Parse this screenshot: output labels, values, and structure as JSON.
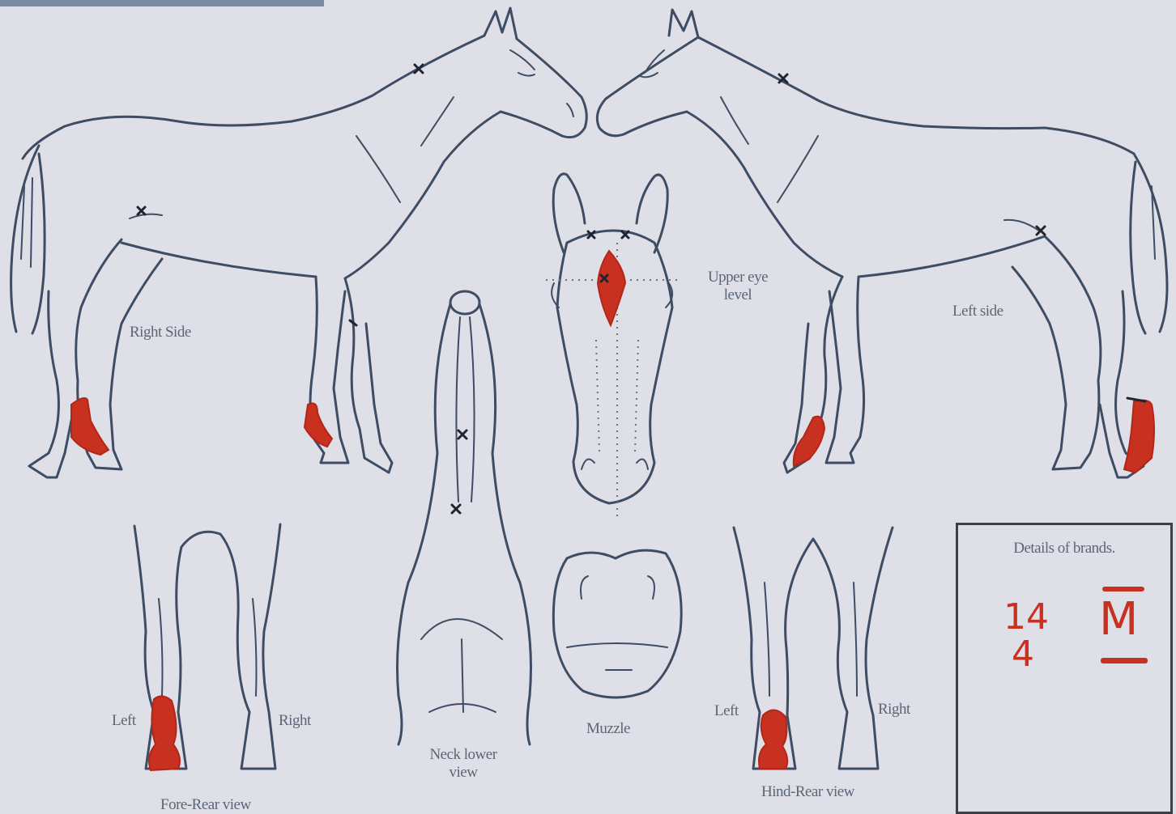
{
  "labels": {
    "right_side": "Right Side",
    "left_side": "Left side",
    "upper_eye_level": "Upper eye level",
    "neck_lower_view": "Neck lower view",
    "muzzle": "Muzzle",
    "fore_rear_view": "Fore-Rear view",
    "hind_rear_view": "Hind-Rear view",
    "fore_left": "Left",
    "fore_right": "Right",
    "hind_left": "Left",
    "hind_right": "Right"
  },
  "brands": {
    "title": "Details of brands.",
    "left_brand_top": "14",
    "left_brand_bottom": "4",
    "right_brand": "M"
  },
  "colors": {
    "ink": "#3e4d63",
    "markings": "#c8301f",
    "paper": "#dfe0e7"
  }
}
